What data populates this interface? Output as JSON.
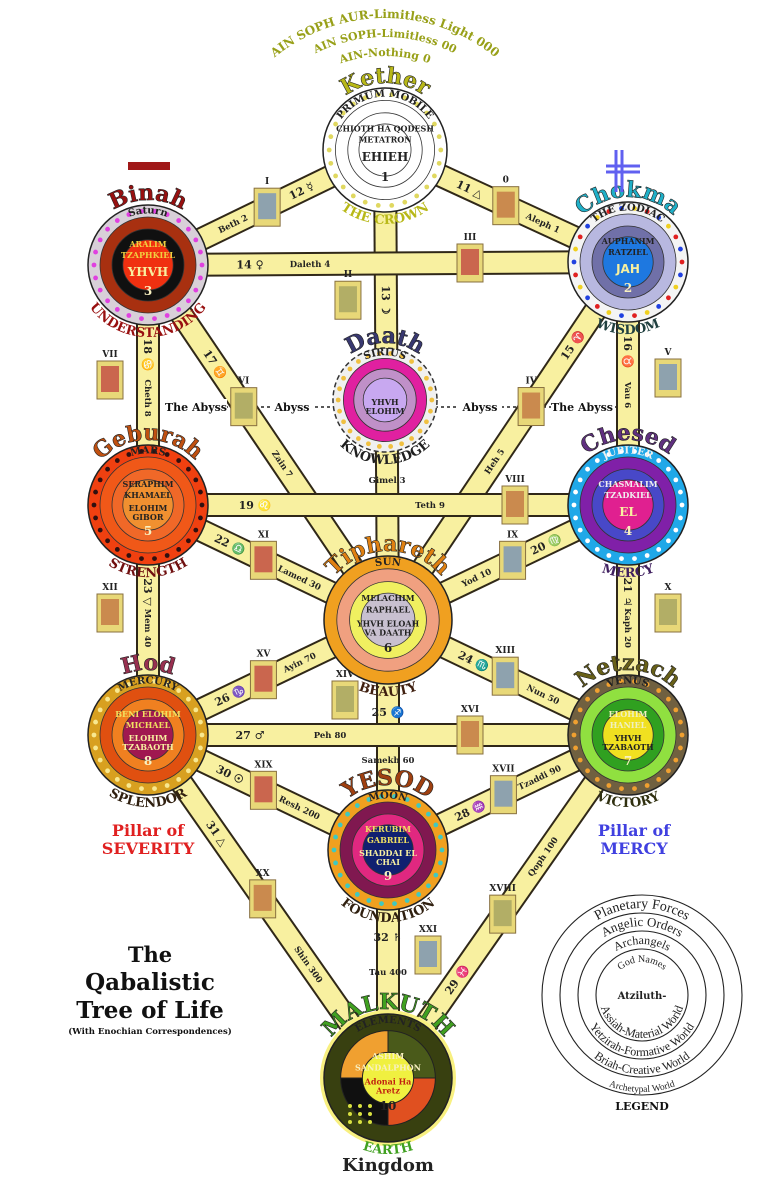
{
  "header_arcs": [
    "AIN SOPH AUR-Limitless Light 000",
    "AIN SOPH-Limitless 00",
    "AIN-Nothing 0"
  ],
  "title": {
    "line1": "The",
    "line2": "Qabalistic",
    "line3": "Tree of Life",
    "subtitle": "(With Enochian Correspondences)"
  },
  "pillars": {
    "severity": {
      "line1": "Pillar of",
      "line2": "SEVERITY",
      "color": "#e02020"
    },
    "mercy": {
      "line1": "Pillar of",
      "line2": "MERCY",
      "color": "#4040e0"
    }
  },
  "abyss": {
    "outer_label": "The Abyss",
    "inner_label": "Abyss"
  },
  "legend": {
    "heading": "LEGEND",
    "top": [
      "Planetary Forces",
      "Angelic Orders",
      "Archangels",
      "God Names"
    ],
    "center": "Atziluth-",
    "bottom": [
      "Archetypal World",
      "Briah-Creative World",
      "Yetzirah-Formative World",
      "Assiah-Material World"
    ]
  },
  "sephiroth": [
    {
      "key": "kether",
      "name": "Kether",
      "planet": "PRIMUM MOBILE",
      "angels": "CHIOTH HA QODESH",
      "archangel": "METATRON",
      "god": "EHIEH",
      "number": "1",
      "title": "THE CROWN",
      "colors": {
        "name": "#b8b818",
        "outer": "#ffffff",
        "dots": "#e0d860",
        "ring2": "#ffffff",
        "ring3": "#ffffff",
        "center": "#ffffff",
        "text": "#303010",
        "title": "#b8b818"
      }
    },
    {
      "key": "chokmah",
      "name": "Chokma",
      "planet": "THE ZODIAC",
      "angels": "AUPHANIM",
      "archangel": "RATZIEL",
      "god": "JAH",
      "number": "2",
      "title": "WISDOM",
      "colors": {
        "name": "#20b0c8",
        "outer": "#f4f4f4",
        "dots": "multi",
        "ring2": "#b8b8e0",
        "ring3": "#7070a8",
        "center": "#1e78e0",
        "text": "#202050",
        "title": "#204040"
      }
    },
    {
      "key": "binah",
      "name": "Binah",
      "planet": "Saturn",
      "angels": "ARALIM",
      "archangel": "TZAPHKIEL",
      "god": "YHVH",
      "number": "3",
      "title": "UNDERSTANDING",
      "colors": {
        "name": "#981010",
        "outer": "#d8d0d8",
        "dots": "#e040e0",
        "ring2": "#a83010",
        "ring3": "#101010",
        "center": "#f03010",
        "text": "#f0d040",
        "title": "#981010"
      }
    },
    {
      "key": "daath",
      "name": "Daath",
      "planet": "SIRIUS",
      "angels": "",
      "archangel": "",
      "god": "YHVH ELOHIM",
      "number": "",
      "title": "KNOWLEDGE",
      "colors": {
        "name": "#383870",
        "outer": "#f0f0f0",
        "dots": "#f0c040",
        "ring2": "#e020a0",
        "ring3": "#c090c8",
        "center": "#c8a8f0",
        "text": "#202040",
        "title": "#202020"
      }
    },
    {
      "key": "chesed",
      "name": "Chesed",
      "planet": "JUPITER",
      "angels": "CHASMALIM",
      "archangel": "TZADKIEL",
      "god": "EL",
      "number": "4",
      "title": "MERCY",
      "colors": {
        "name": "#603080",
        "outer": "#20a8e8",
        "dots": "#ffffff",
        "ring2": "#8020a8",
        "ring3": "#4848c8",
        "center": "#e02090",
        "text": "#f0f0f0",
        "title": "#402060"
      }
    },
    {
      "key": "geburah",
      "name": "Geburah",
      "planet": "MARS",
      "angels": "SERAPHIM",
      "archangel": "KHAMAEL",
      "god": "ELOHIM GIBOR",
      "number": "5",
      "title": "STRENGTH",
      "colors": {
        "name": "#c05010",
        "outer": "#f04010",
        "dots": "#301010",
        "ring2": "#f05818",
        "ring3": "#f06828",
        "center": "#f09030",
        "text": "#402010",
        "title": "#701010"
      }
    },
    {
      "key": "tiphareth",
      "name": "Tiphareth",
      "planet": "SUN",
      "angels": "MELACHIM",
      "archangel": "RAPHAEL",
      "god": "YHVH ELOAH VA DAATH",
      "number": "6",
      "title": "BEAUTY",
      "colors": {
        "name": "#e08010",
        "outer": "#f0a020",
        "dots": "none",
        "ring2": "#f0a080",
        "ring3": "#f0f060",
        "center": "#c8c0d0",
        "text": "#402010",
        "title": "#402010"
      }
    },
    {
      "key": "netzach",
      "name": "Netzach",
      "planet": "VENUS",
      "angels": "ELOHIM",
      "archangel": "HANIEL",
      "god": "YHVH TZABAOTH",
      "number": "7",
      "title": "VICTORY",
      "colors": {
        "name": "#686018",
        "outer": "#706040",
        "dots": "#f0a030",
        "ring2": "#90e040",
        "ring3": "#30a020",
        "center": "#f0e020",
        "text": "#f0f0c0",
        "title": "#303010"
      }
    },
    {
      "key": "hod",
      "name": "Hod",
      "planet": "MERCURY",
      "angels": "BENI ELOHIM",
      "archangel": "MICHAEL",
      "god": "ELOHIM TZABAOTH",
      "number": "8",
      "title": "SPLENDOR",
      "colors": {
        "name": "#983050",
        "outer": "#d8a020",
        "dots": "#f8e890",
        "ring2": "#e05010",
        "ring3": "#f08020",
        "center": "#a01850",
        "text": "#f0e060",
        "title": "#302010"
      }
    },
    {
      "key": "yesod",
      "name": "YESOD",
      "planet": "MOON",
      "angels": "KERUBIM",
      "archangel": "GABRIEL",
      "god": "SHADDAI EL CHAI",
      "number": "9",
      "title": "FOUNDATION",
      "colors": {
        "name": "#a04010",
        "outer": "#f0a020",
        "dots": "#40c8c0",
        "ring2": "#801850",
        "ring3": "#e02880",
        "center": "#102070",
        "text": "#f0e060",
        "title": "#302010"
      }
    },
    {
      "key": "malkuth",
      "name": "MALKUTH",
      "planet": "ELEMENTS",
      "angels": "ASHIM",
      "archangel": "SANDALPHON",
      "god": "Adonai Ha Aretz",
      "number": "10",
      "title": "EARTH",
      "subtitle": "Kingdom",
      "colors": {
        "name": "#40a020",
        "outer": "#384010",
        "dots": "#d8e040",
        "ring2": "#f0a030",
        "ring3": "#506020",
        "center": "#f0f040",
        "text": "#c02010",
        "title": "#40a020",
        "q1": "#f0a030",
        "q2": "#4a5a1a",
        "q3": "#101010",
        "q4": "#e05020"
      }
    }
  ],
  "paths": [
    {
      "num": "11",
      "sym": "△",
      "letter": "Aleph",
      "value": "1",
      "tarot": "0",
      "from": "kether",
      "to": "chokmah"
    },
    {
      "num": "12",
      "sym": "☿",
      "letter": "Beth",
      "value": "2",
      "tarot": "I",
      "from": "kether",
      "to": "binah"
    },
    {
      "num": "13",
      "sym": "☽",
      "letter": "Gimel",
      "value": "3",
      "tarot": "II",
      "from": "kether",
      "to": "tiphareth"
    },
    {
      "num": "14",
      "sym": "♀",
      "letter": "Daleth",
      "value": "4",
      "tarot": "III",
      "from": "binah",
      "to": "chokmah"
    },
    {
      "num": "15",
      "sym": "♈",
      "letter": "Heh",
      "value": "5",
      "tarot": "IV",
      "from": "chokmah",
      "to": "tiphareth"
    },
    {
      "num": "16",
      "sym": "♉",
      "letter": "Vau",
      "value": "6",
      "tarot": "V",
      "from": "chokmah",
      "to": "chesed"
    },
    {
      "num": "17",
      "sym": "♊",
      "letter": "Zain",
      "value": "7",
      "tarot": "VI",
      "from": "binah",
      "to": "tiphareth"
    },
    {
      "num": "18",
      "sym": "♋",
      "letter": "Cheth",
      "value": "8",
      "tarot": "VII",
      "from": "binah",
      "to": "geburah"
    },
    {
      "num": "19",
      "sym": "♌",
      "letter": "Teth",
      "value": "9",
      "tarot": "VIII",
      "from": "geburah",
      "to": "chesed"
    },
    {
      "num": "20",
      "sym": "♍",
      "letter": "Yod",
      "value": "10",
      "tarot": "IX",
      "from": "chesed",
      "to": "tiphareth"
    },
    {
      "num": "21",
      "sym": "♃",
      "letter": "Kaph",
      "value": "20",
      "tarot": "X",
      "from": "chesed",
      "to": "netzach"
    },
    {
      "num": "22",
      "sym": "♎",
      "letter": "Lamed",
      "value": "30",
      "tarot": "XI",
      "from": "geburah",
      "to": "tiphareth"
    },
    {
      "num": "23",
      "sym": "▽",
      "letter": "Mem",
      "value": "40",
      "tarot": "XII",
      "from": "geburah",
      "to": "hod"
    },
    {
      "num": "24",
      "sym": "♏",
      "letter": "Nun",
      "value": "50",
      "tarot": "XIII",
      "from": "tiphareth",
      "to": "netzach"
    },
    {
      "num": "25",
      "sym": "♐",
      "letter": "Samekh",
      "value": "60",
      "tarot": "XIV",
      "from": "tiphareth",
      "to": "yesod"
    },
    {
      "num": "26",
      "sym": "♑",
      "letter": "Ayin",
      "value": "70",
      "tarot": "XV",
      "from": "hod",
      "to": "tiphareth"
    },
    {
      "num": "27",
      "sym": "♂",
      "letter": "Peh",
      "value": "80",
      "tarot": "XVI",
      "from": "hod",
      "to": "netzach"
    },
    {
      "num": "28",
      "sym": "♒",
      "letter": "Tzaddi",
      "value": "90",
      "tarot": "XVII",
      "from": "yesod",
      "to": "netzach"
    },
    {
      "num": "29",
      "sym": "♓",
      "letter": "Qoph",
      "value": "100",
      "tarot": "XVIII",
      "from": "malkuth",
      "to": "netzach"
    },
    {
      "num": "30",
      "sym": "☉",
      "letter": "Resh",
      "value": "200",
      "tarot": "XIX",
      "from": "hod",
      "to": "yesod"
    },
    {
      "num": "31",
      "sym": "△",
      "letter": "Shin",
      "value": "300",
      "tarot": "XX",
      "from": "hod",
      "to": "malkuth"
    },
    {
      "num": "32",
      "sym": "♄",
      "letter": "Tau",
      "value": "400",
      "tarot": "XXI",
      "from": "yesod",
      "to": "malkuth"
    }
  ],
  "colors": {
    "path_fill": "#f8f0a0",
    "path_stroke": "#302818",
    "severity_symbol": "#a01818",
    "mercy_symbol": "#6060f0"
  }
}
